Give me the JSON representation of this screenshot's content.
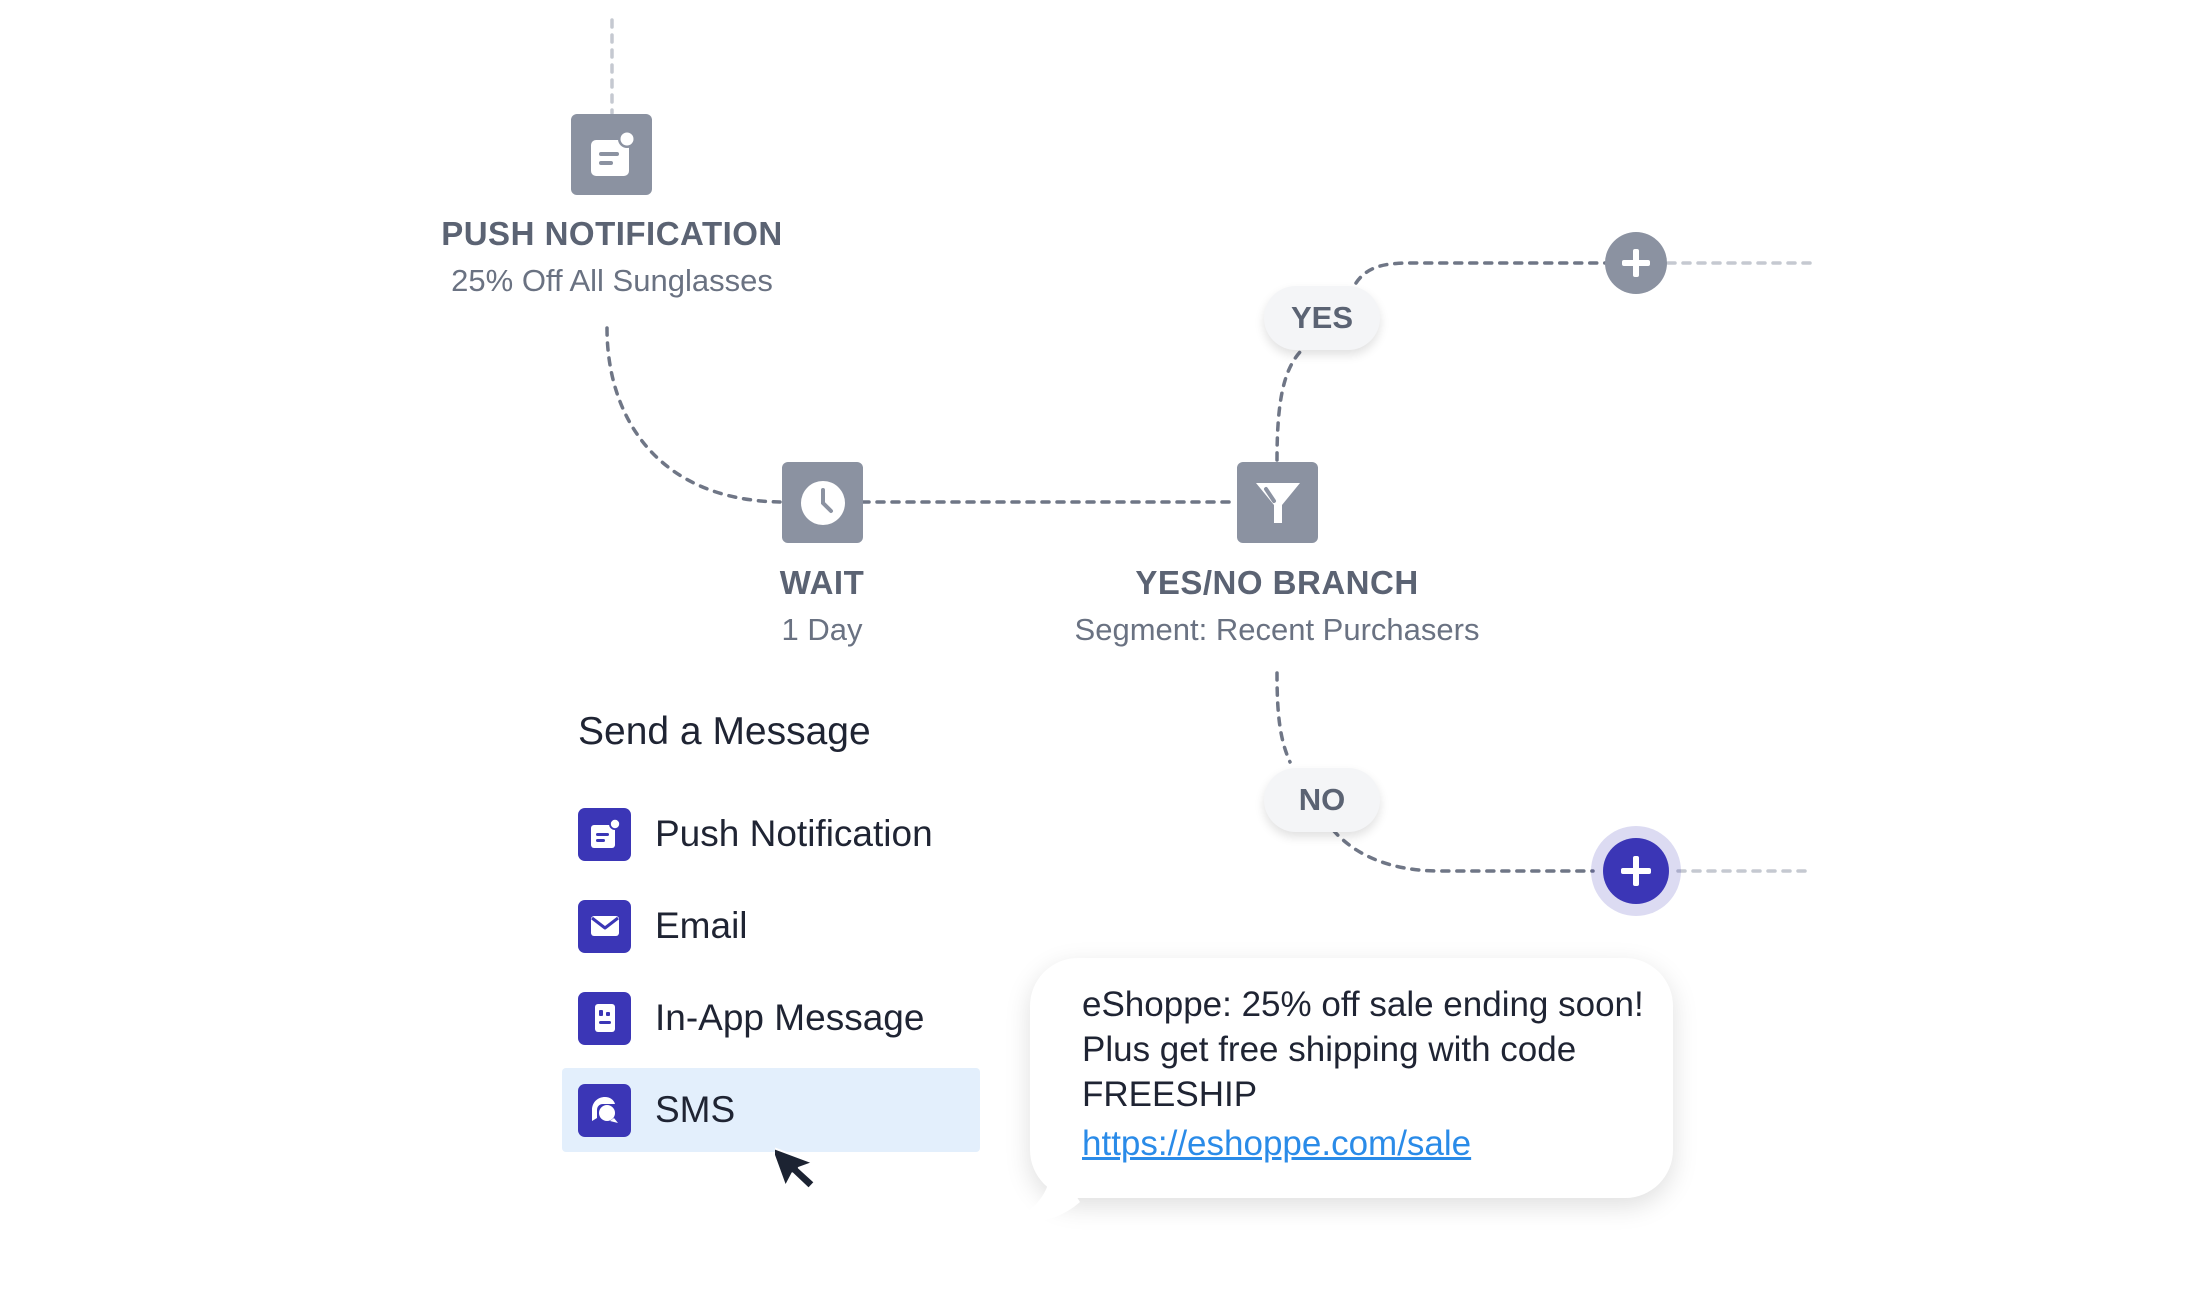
{
  "flow": {
    "push_node": {
      "title": "PUSH NOTIFICATION",
      "subtitle": "25% Off All Sunglasses",
      "icon": "push-notification-icon"
    },
    "wait_node": {
      "title": "WAIT",
      "subtitle": "1 Day",
      "icon": "clock-icon"
    },
    "branch_node": {
      "title": "YES/NO BRANCH",
      "subtitle": "Segment: Recent Purchasers",
      "icon": "funnel-icon"
    },
    "yes_label": "YES",
    "no_label": "NO"
  },
  "menu": {
    "title": "Send a Message",
    "items": [
      {
        "label": "Push Notification",
        "icon": "push-notification-icon"
      },
      {
        "label": "Email",
        "icon": "envelope-icon"
      },
      {
        "label": "In-App Message",
        "icon": "in-app-message-icon"
      },
      {
        "label": "SMS",
        "icon": "sms-chat-icon",
        "selected": true
      }
    ]
  },
  "sms_preview": {
    "text": "eShoppe: 25% off sale ending soon! Plus get free shipping with code FREESHIP",
    "link": "https://eshoppe.com/sale"
  },
  "colors": {
    "node_gray": "#8b92a1",
    "accent_indigo": "#3b36b6",
    "selected_bg": "#e3effc",
    "link_blue": "#2a8be8"
  }
}
